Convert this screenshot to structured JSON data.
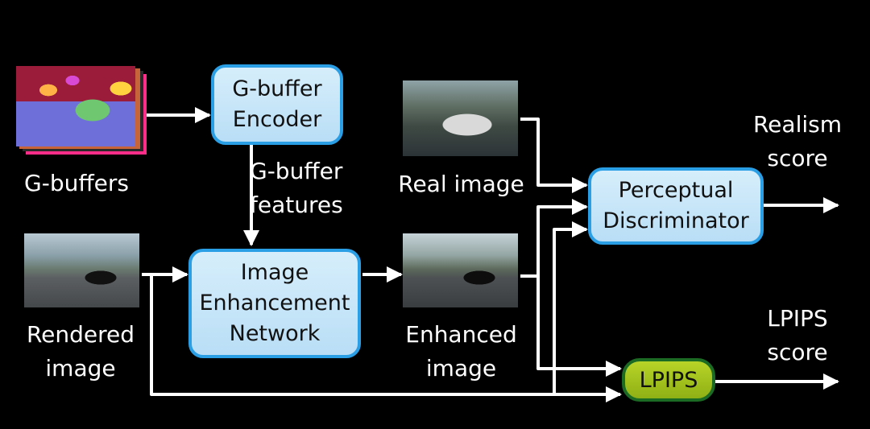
{
  "nodes": {
    "gbuffer_encoder": "G-buffer\nEncoder",
    "image_enhancement_network": "Image\nEnhancement\nNetwork",
    "perceptual_discriminator": "Perceptual\nDiscriminator",
    "lpips": "LPIPS"
  },
  "labels": {
    "gbuffers": "G-buffers",
    "gbuffer_features": "G-buffer\nfeatures",
    "real_image": "Real image",
    "rendered_image": "Rendered\nimage",
    "enhanced_image": "Enhanced\nimage",
    "realism_score": "Realism\nscore",
    "lpips_score": "LPIPS\nscore"
  },
  "colors": {
    "background": "#000000",
    "box_fill": "#c7e6f8",
    "box_border": "#2b9fe6",
    "lpips_fill": "#a5c21f",
    "lpips_border": "#1c6b24",
    "arrow": "#ffffff"
  }
}
